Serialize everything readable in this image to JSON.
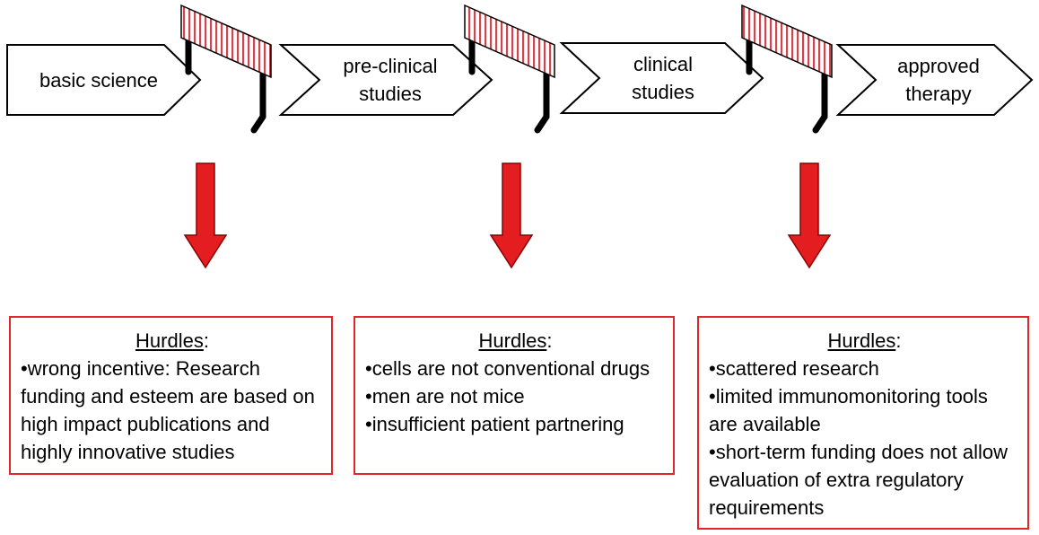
{
  "stages": [
    {
      "lines": [
        "basic science"
      ]
    },
    {
      "lines": [
        "pre-clinical",
        "studies"
      ]
    },
    {
      "lines": [
        "clinical",
        "studies"
      ]
    },
    {
      "lines": [
        "approved",
        "therapy"
      ]
    }
  ],
  "panels": [
    {
      "title": "Hurdles",
      "items": [
        "wrong incentive: Research funding and esteem are based on high impact publications and highly innovative studies"
      ]
    },
    {
      "title": "Hurdles",
      "items": [
        "cells are not conventional drugs",
        "men are not mice",
        "insufficient patient partnering"
      ]
    },
    {
      "title": "Hurdles",
      "items": [
        "scattered research",
        "limited immunomonitoring tools are available",
        "short-term funding does not allow evaluation of extra regulatory requirements"
      ]
    }
  ],
  "colors": {
    "arrow": "#e41e20",
    "box_border": "#e0262b",
    "hurdle_stripe": "#c7484e"
  }
}
